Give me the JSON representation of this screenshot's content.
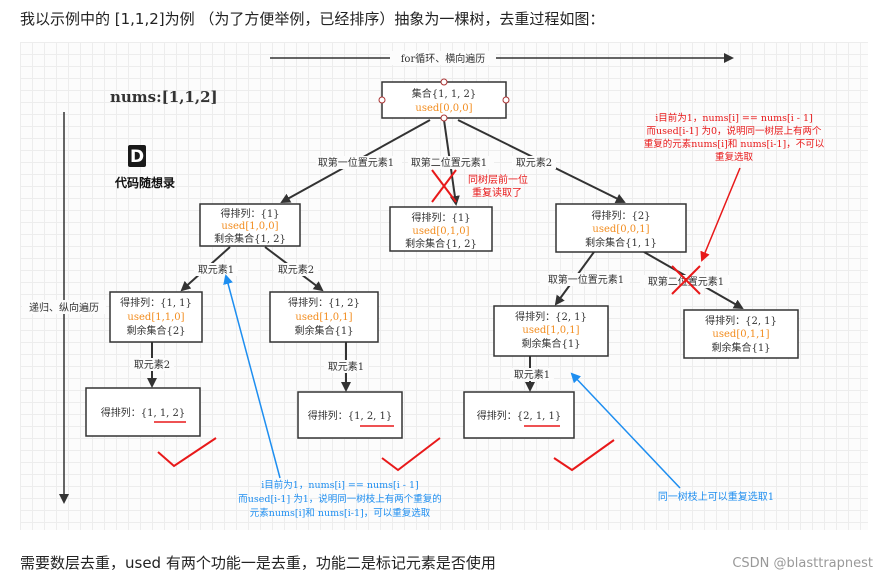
{
  "header_text": "我以示例中的 [1,1,2]为例 （为了方便举例，已经排序）抽象为一棵树，去重过程如图：",
  "footer_text": "需要数层去重，used 有两个功能一是去重，功能二是标记元素是否使用",
  "watermark": "CSDN @blasttrapnest",
  "diagram": {
    "for_loop_label": "for循环、横向遍历",
    "recursion_label": "递归、纵向遍历",
    "nums_label": "nums:[1,1,2]",
    "logo_text": "代码随想录",
    "logo_letter": "D",
    "root": {
      "line1": "集合{1, 1, 2}",
      "line2": "used[0,0,0]"
    },
    "edge_labels": {
      "root_a": "取第一位置元素1",
      "root_b": "取第二位置元素1",
      "root_c": "取元素2",
      "n1_a": "取元素1",
      "n1_b": "取元素2",
      "n3_a": "取第一位置元素1",
      "n3_b": "取第二位置元素1",
      "n11_a": "取元素2",
      "n12_a": "取元素1",
      "n31_a": "取元素1"
    },
    "nodes": {
      "n1": {
        "line1": "得排列：{1}",
        "line2": "used[1,0,0]",
        "line3": "剩余集合{1, 2}"
      },
      "n2": {
        "line1": "得排列：{1}",
        "line2": "used[0,1,0]",
        "line3": "剩余集合{1, 2}"
      },
      "n3": {
        "line1": "得排列：{2}",
        "line2": "used[0,0,1]",
        "line3": "剩余集合{1, 1}"
      },
      "n11": {
        "line1": "得排列：{1, 1}",
        "line2": "used[1,1,0]",
        "line3": "剩余集合{2}"
      },
      "n12": {
        "line1": "得排列：{1, 2}",
        "line2": "used[1,0,1]",
        "line3": "剩余集合{1}"
      },
      "n31": {
        "line1": "得排列：{2, 1}",
        "line2": "used[1,0,1]",
        "line3": "剩余集合{1}"
      },
      "n32": {
        "line1": "得排列：{2, 1}",
        "line2": "used[0,1,1]",
        "line3": "剩余集合{1}"
      },
      "l1": {
        "line1": "得排列：{1, 1, 2}"
      },
      "l2": {
        "line1": "得排列：{1, 2, 1}"
      },
      "l3": {
        "line1": "得排列：{2, 1, 1}"
      }
    },
    "notes": {
      "same_layer": [
        "同树层前一位",
        "重复读取了"
      ],
      "red_note": [
        "i目前为1，nums[i] == nums[i - 1]",
        "而used[i-1] 为0，说明同一树层上有两个",
        "重复的元素nums[i]和 nums[i-1]，不可以",
        "重复选取"
      ],
      "blue_note": [
        "i目前为1，nums[i] == nums[i - 1]",
        "而used[i-1] 为1，说明同一树枝上有两个重复的",
        "元素nums[i]和 nums[i-1]，可以重复选取"
      ],
      "blue_note2": "同一树枝上可以重复选取1"
    },
    "colors": {
      "used_text": "#f28c1e",
      "red": "#e8191a",
      "blue": "#1e8ef0",
      "box_border": "#333333"
    }
  }
}
